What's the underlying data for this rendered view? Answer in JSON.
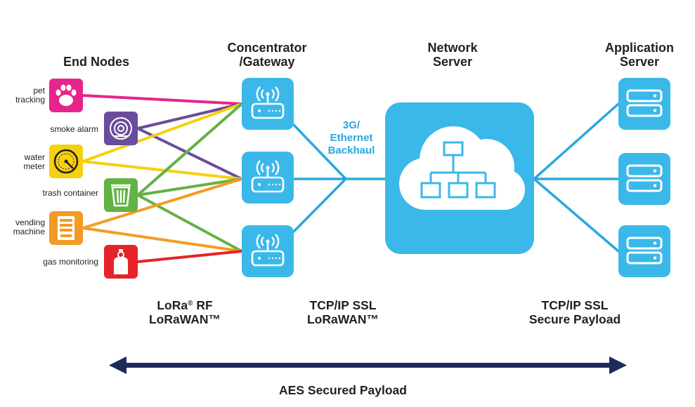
{
  "headers": {
    "end_nodes": "End Nodes",
    "gateway_line1": "Concentrator",
    "gateway_line2": "/Gateway",
    "network_line1": "Network",
    "network_line2": "Server",
    "app_line1": "Application",
    "app_line2": "Server"
  },
  "end_nodes": [
    {
      "label_lines": [
        "pet",
        "tracking"
      ],
      "color": "#e5258c",
      "icon": "paw-icon"
    },
    {
      "label_lines": [
        "smoke alarm"
      ],
      "color": "#6a4c9c",
      "icon": "smoke-detector-icon"
    },
    {
      "label_lines": [
        "water",
        "meter"
      ],
      "color": "#f5d00f",
      "icon": "gauge-icon"
    },
    {
      "label_lines": [
        "trash container"
      ],
      "color": "#62b244",
      "icon": "trash-can-icon"
    },
    {
      "label_lines": [
        "vending",
        "machine"
      ],
      "color": "#f39c25",
      "icon": "vending-machine-icon"
    },
    {
      "label_lines": [
        "gas monitoring"
      ],
      "color": "#e52329",
      "icon": "gas-cylinder-icon"
    }
  ],
  "backhaul": {
    "line1": "3G/",
    "line2": "Ethernet",
    "line3": "Backhaul"
  },
  "protocols": {
    "rf_line1": "LoRa",
    "rf_reg": "®",
    "rf_line1_tail": " RF",
    "rf_line2": "LoRaWAN™",
    "gw_line1": "TCP/IP SSL",
    "gw_line2": "LoRaWAN™",
    "app_line1": "TCP/IP SSL",
    "app_line2": "Secure Payload"
  },
  "footer": {
    "label": "AES Secured Payload"
  },
  "colors": {
    "accent": "#3bb8ea",
    "line": "#29a8e0",
    "arrow": "#1e2a5a",
    "text": "#231f20"
  }
}
